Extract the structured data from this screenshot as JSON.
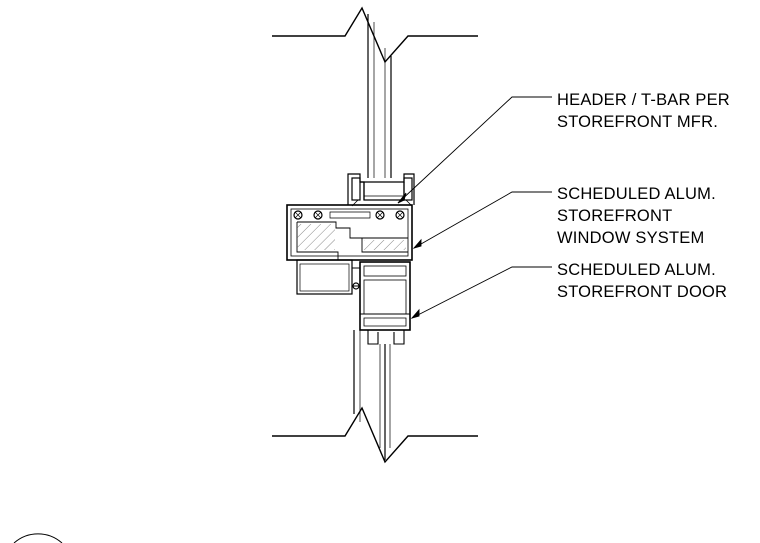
{
  "callouts": {
    "header": {
      "lines": [
        "HEADER / T-BAR PER",
        "STOREFRONT MFR."
      ]
    },
    "window": {
      "lines": [
        "SCHEDULED ALUM.",
        "STOREFRONT",
        "WINDOW SYSTEM"
      ]
    },
    "door": {
      "lines": [
        "SCHEDULED ALUM.",
        "STOREFRONT DOOR"
      ]
    }
  }
}
